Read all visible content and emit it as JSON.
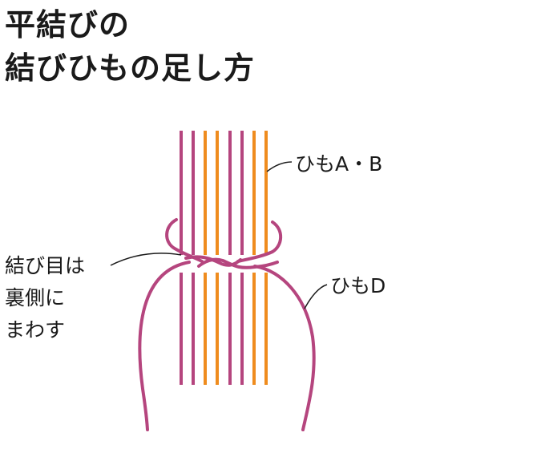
{
  "title": {
    "line1": "平結びの",
    "line2": "結びひもの足し方"
  },
  "labels": {
    "cords_ab": "ひもA・B",
    "cord_d": "ひもD",
    "knot_note": [
      "結び目は",
      "裏側に",
      "まわす"
    ]
  },
  "colors": {
    "magenta": "#b5457e",
    "orange": "#ef8c1e",
    "text": "#1a1a1a"
  }
}
